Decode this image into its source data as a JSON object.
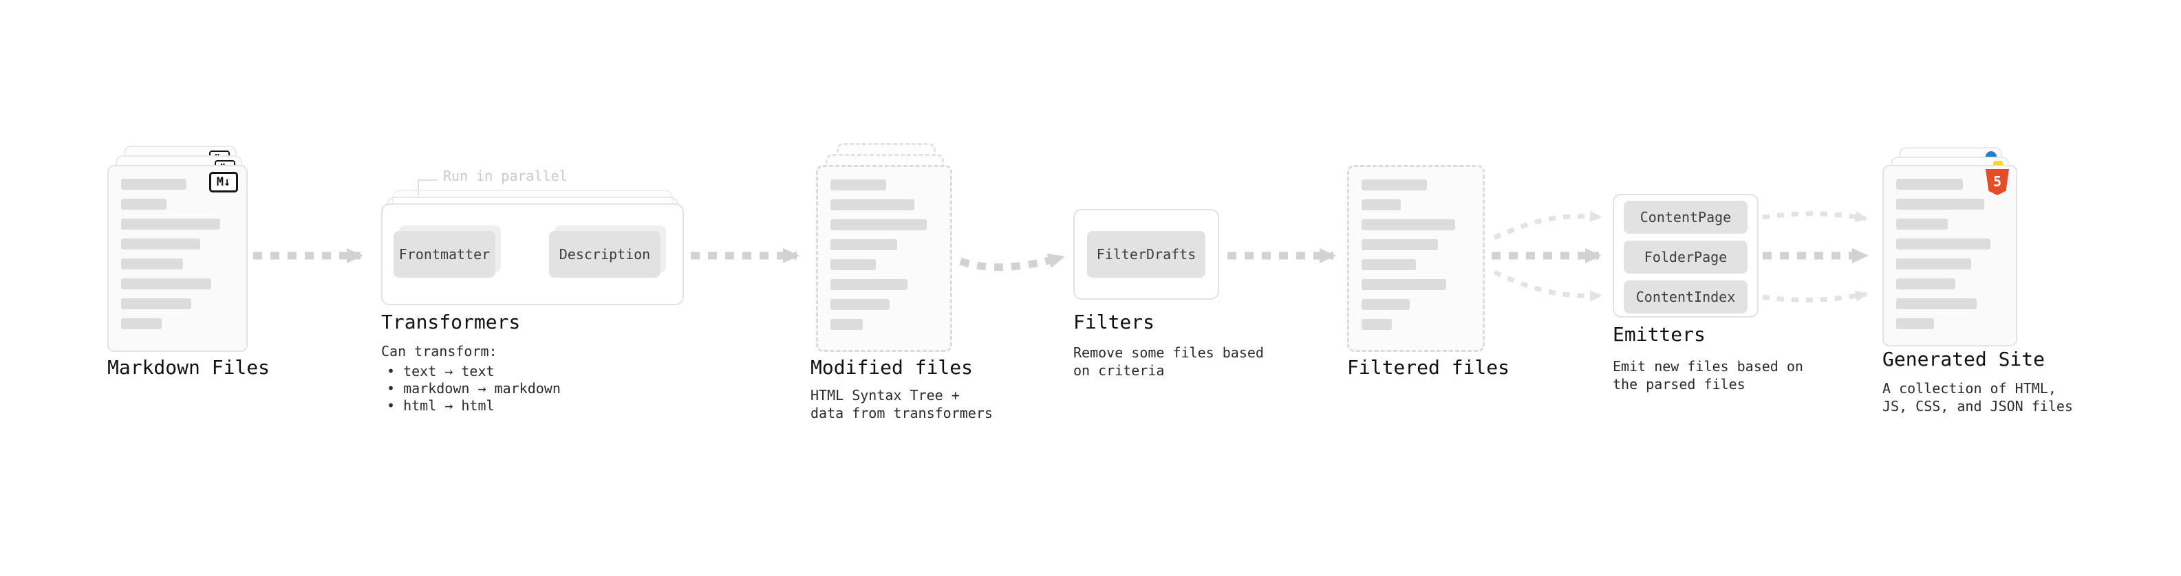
{
  "colors": {
    "html5_badge": "#E44D26",
    "js_dot": "#F5DE19",
    "ts_dot": "#3178C6"
  },
  "markdown_files": {
    "label": "Markdown Files",
    "badge": "M↓"
  },
  "transformers": {
    "label": "Transformers",
    "note": "Run in parallel",
    "boxes": [
      "Frontmatter",
      "Description"
    ],
    "can_transform_title": "Can transform:",
    "bullets": [
      "text → text",
      "markdown → markdown",
      "html → html"
    ]
  },
  "modified_files": {
    "label": "Modified files",
    "description": "HTML Syntax Tree +\ndata from transformers"
  },
  "filters": {
    "label": "Filters",
    "boxes": [
      "FilterDrafts"
    ],
    "description": "Remove some files based\non criteria"
  },
  "filtered_files": {
    "label": "Filtered files"
  },
  "emitters": {
    "label": "Emitters",
    "boxes": [
      "ContentPage",
      "FolderPage",
      "ContentIndex"
    ],
    "description": "Emit new files based on\nthe parsed files"
  },
  "generated_site": {
    "label": "Generated Site",
    "badge": "5",
    "description": "A collection of HTML,\nJS, CSS, and JSON files"
  }
}
